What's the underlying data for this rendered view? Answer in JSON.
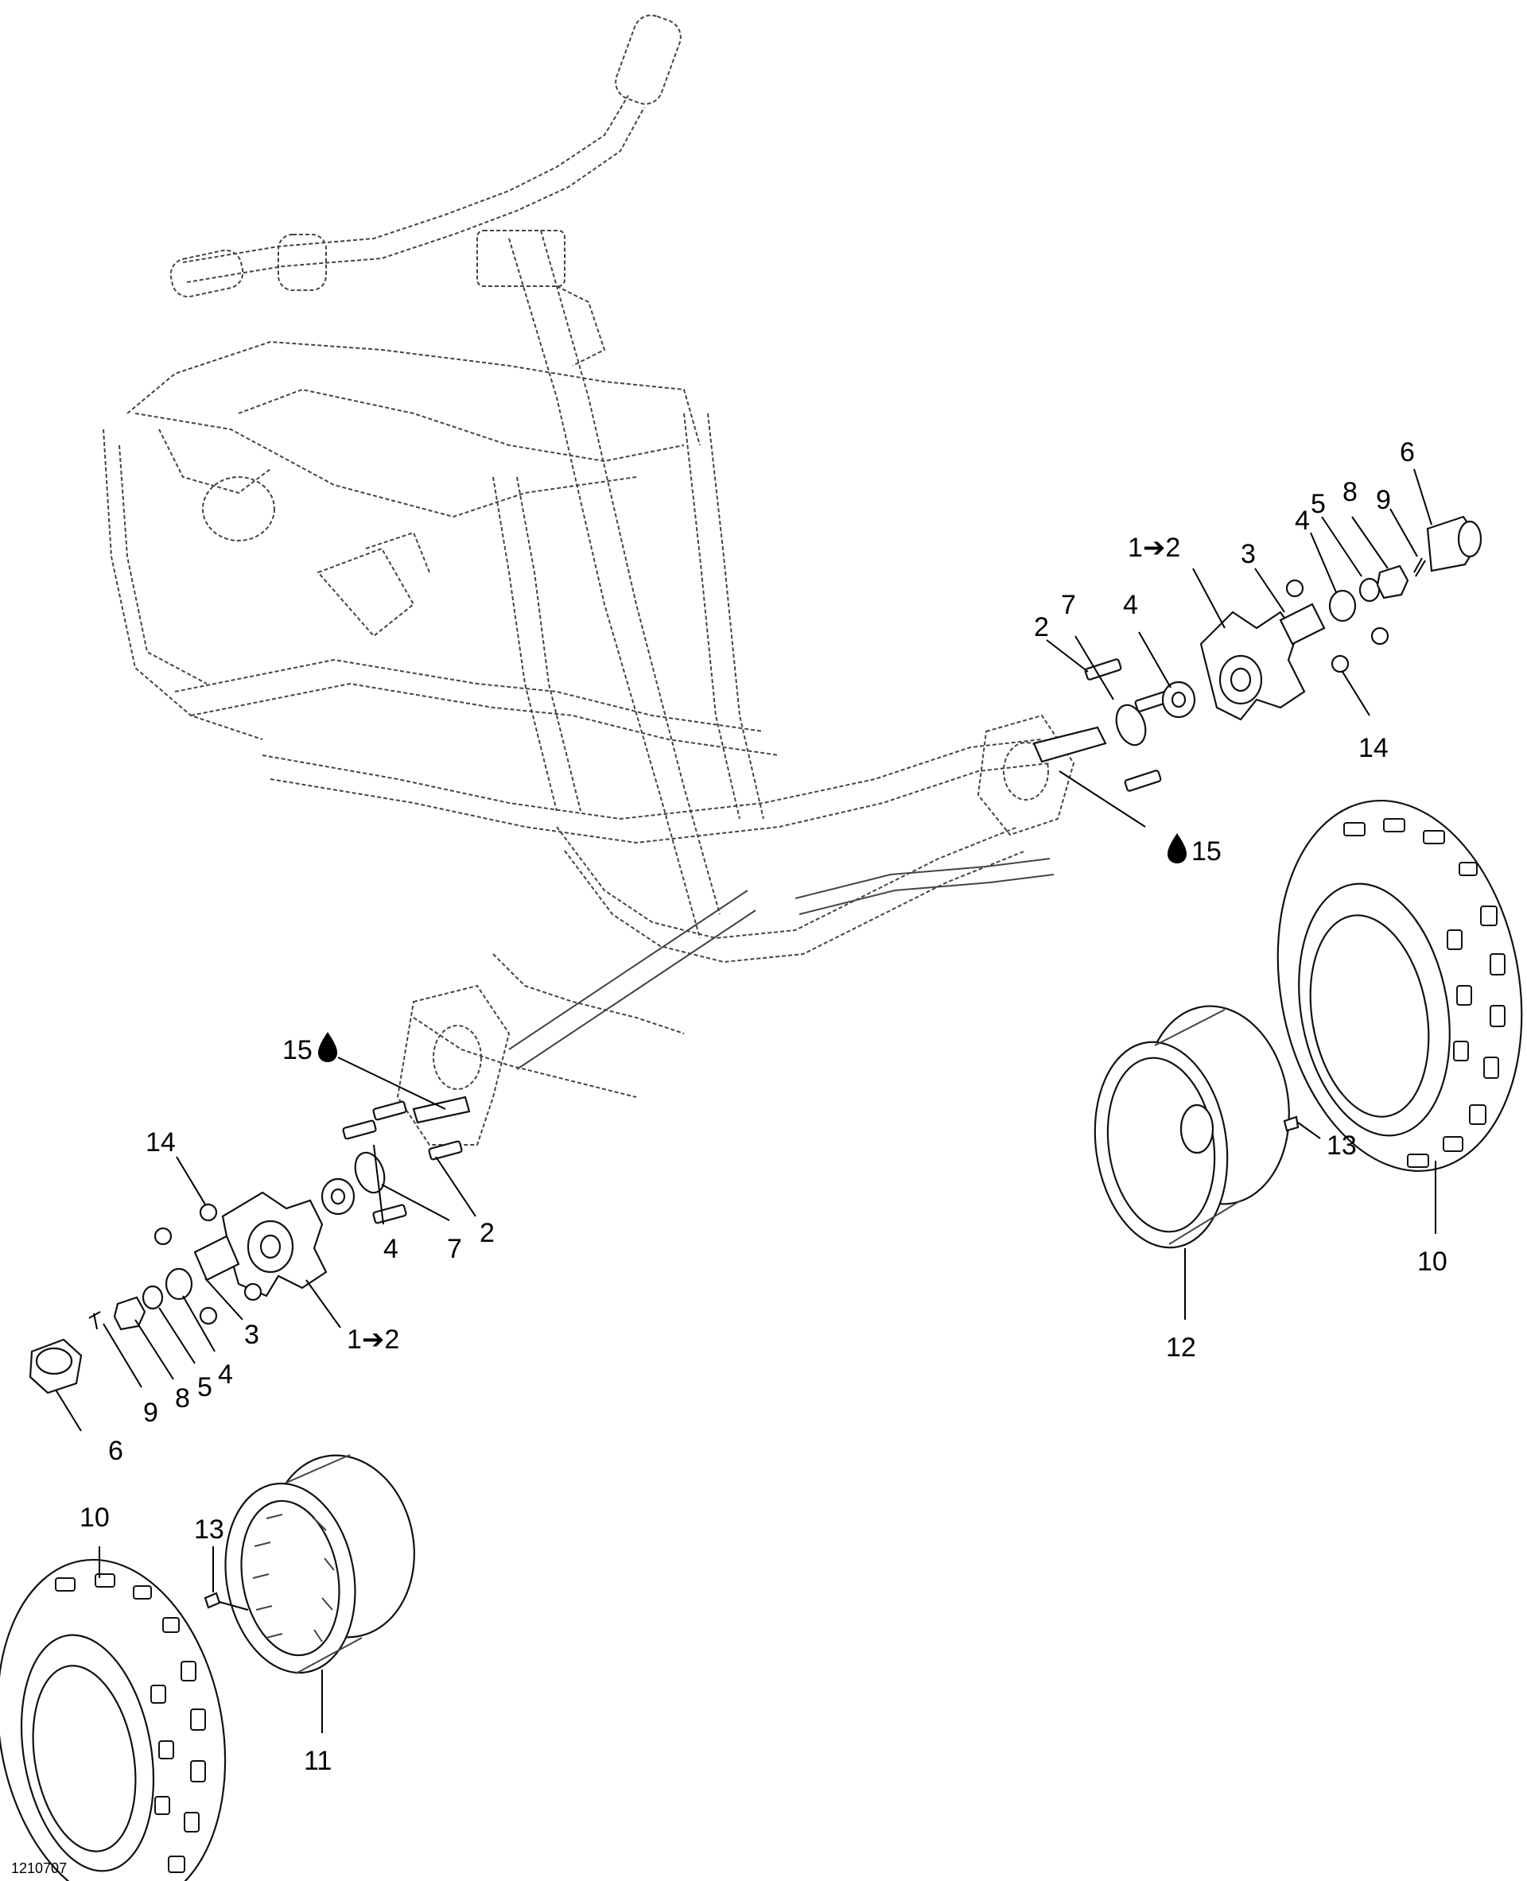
{
  "callouts": {
    "c1_upper": "1➔2",
    "c2_upper": "2",
    "c3_upper": "3",
    "c4a_upper": "4",
    "c4b_upper": "4",
    "c5_upper": "5",
    "c6_upper": "6",
    "c7_upper": "7",
    "c8_upper": "8",
    "c9_upper": "9",
    "c14_upper": "14",
    "c15_upper": "15",
    "c15_lower": "15",
    "c14_lower": "14",
    "c4_lower_a": "4",
    "c7_lower": "7",
    "c2_lower": "2",
    "c3_lower": "3",
    "c1_lower": "1➔2",
    "c9_lower": "9",
    "c8_lower": "8",
    "c5_lower": "5",
    "c4_lower_b": "4",
    "c6_lower": "6",
    "c13_right": "13",
    "c10_right": "10",
    "c12_right": "12",
    "c10_left": "10",
    "c13_left": "13",
    "c11_left": "11"
  },
  "reference_code": "1210707",
  "icons": {
    "oil_drop": "oil-drop-icon",
    "arrow": "arrow-icon"
  }
}
